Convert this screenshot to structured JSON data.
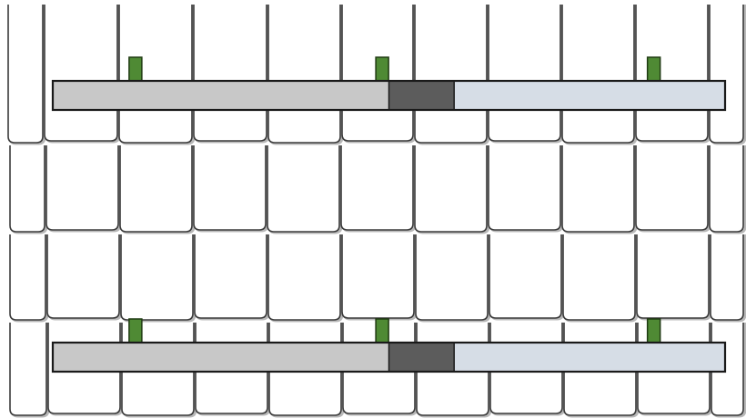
{
  "diagram": {
    "subject": "shingle-roof-panel",
    "colors": {
      "background": "#ffffff",
      "shingle_outline": "#3a3a3a",
      "shingle_shadow": "#b8b8b8",
      "batten_light": "#c8c8c8",
      "batten_dark": "#5c5c5c",
      "batten_pale": "#d6dde6",
      "batten_outline": "#1a1a1a",
      "marker_fill": "#4f8a34",
      "marker_outline": "#1f3a12"
    },
    "battens": [
      {
        "id": "upper",
        "segments": [
          {
            "name": "light",
            "fraction": 0.5
          },
          {
            "name": "dark",
            "fraction": 0.097
          },
          {
            "name": "pale",
            "fraction": 0.403
          }
        ],
        "markers": [
          0.123,
          0.49,
          0.894
        ]
      },
      {
        "id": "lower",
        "segments": [
          {
            "name": "light",
            "fraction": 0.5
          },
          {
            "name": "dark",
            "fraction": 0.097
          },
          {
            "name": "pale",
            "fraction": 0.403
          }
        ],
        "markers": [
          0.123,
          0.49,
          0.894
        ]
      }
    ]
  }
}
